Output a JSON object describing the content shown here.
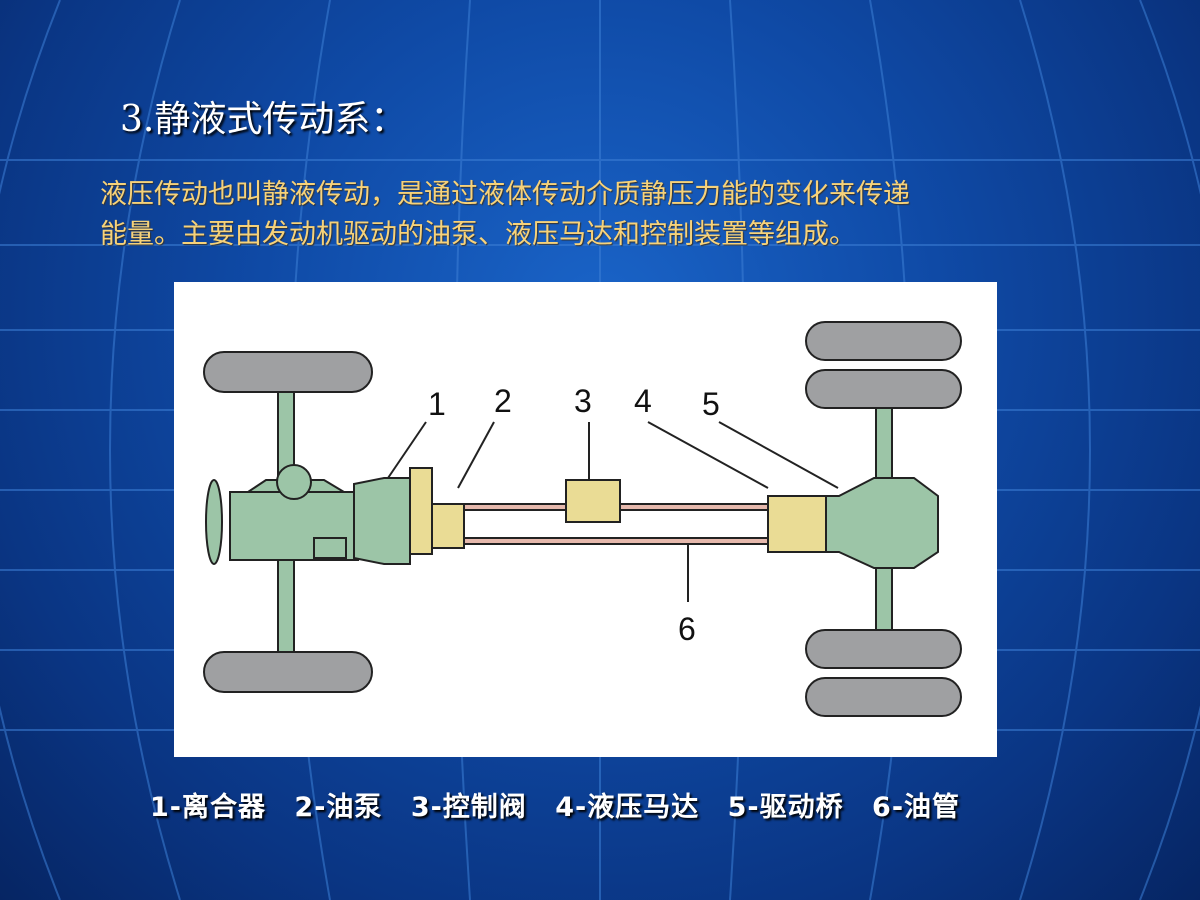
{
  "slide": {
    "title": "3.静液式传动系：",
    "description_lines": [
      "液压传动也叫静液传动，是通过液体传动介质静压力能的变化来传递",
      "能量。主要由发动机驱动的油泵、液压马达和控制装置等组成。"
    ]
  },
  "diagram": {
    "labels": [
      "1",
      "2",
      "3",
      "4",
      "5",
      "6"
    ],
    "colors": {
      "frame_green": "#9cc5a7",
      "component_yellow": "#eadc95",
      "tire_gray": "#9fa0a2",
      "pipe_pink": "#e6b9ad",
      "outline": "#222222"
    }
  },
  "legend": {
    "items": [
      "1-离合器",
      "2-油泵",
      "3-控制阀",
      "4-液压马达",
      "5-驱动桥",
      "6-油管"
    ]
  },
  "theme": {
    "background": "#0f4aa6",
    "title_color": "#ffffff",
    "description_color": "#f6d27a"
  }
}
